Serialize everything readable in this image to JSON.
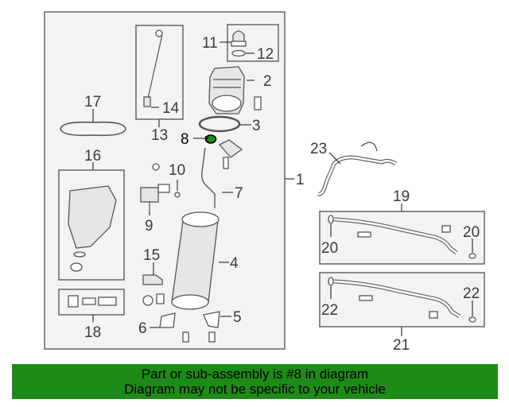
{
  "callouts": {
    "c1": "1",
    "c2": "2",
    "c3": "3",
    "c4": "4",
    "c5": "5",
    "c6": "6",
    "c7": "7",
    "c8": "8",
    "c9": "9",
    "c10": "10",
    "c11": "11",
    "c12": "12",
    "c13": "13",
    "c14": "14",
    "c15": "15",
    "c16": "16",
    "c17": "17",
    "c18": "18",
    "c19": "19",
    "c20a": "20",
    "c20b": "20",
    "c21": "21",
    "c22a": "22",
    "c22b": "22",
    "c23": "23"
  },
  "highlighted_part": "8",
  "colors": {
    "banner": "#1e8a18",
    "panel": "#f3f3f3",
    "line": "#555555"
  },
  "footer": {
    "line1": "Part or sub-assembly is #8 in diagram",
    "line2": "Diagram may not be specific to your vehicle"
  }
}
